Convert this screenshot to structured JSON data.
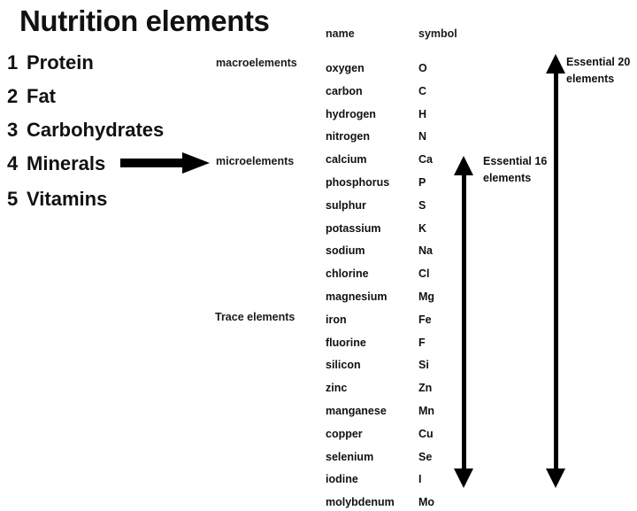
{
  "title": "Nutrition elements",
  "nutrients": [
    {
      "num": "1",
      "label": "Protein"
    },
    {
      "num": "2",
      "label": "Fat"
    },
    {
      "num": "3",
      "label": "Carbohydrates"
    },
    {
      "num": "4",
      "label": "Minerals"
    },
    {
      "num": "5",
      "label": "Vitamins"
    }
  ],
  "groups": {
    "macroelements": "macroelements",
    "microelements": "microelements",
    "trace_elements": "Trace elements"
  },
  "table": {
    "headers": {
      "name": "name",
      "symbol": "symbol"
    },
    "rows": [
      {
        "name": "oxygen",
        "symbol": "O"
      },
      {
        "name": "carbon",
        "symbol": "C"
      },
      {
        "name": "hydrogen",
        "symbol": "H"
      },
      {
        "name": "nitrogen",
        "symbol": "N"
      },
      {
        "name": "calcium",
        "symbol": "Ca"
      },
      {
        "name": "phosphorus",
        "symbol": "P"
      },
      {
        "name": "sulphur",
        "symbol": "S"
      },
      {
        "name": "potassium",
        "symbol": "K"
      },
      {
        "name": "sodium",
        "symbol": "Na"
      },
      {
        "name": "chlorine",
        "symbol": "Cl"
      },
      {
        "name": "magnesium",
        "symbol": "Mg"
      },
      {
        "name": "iron",
        "symbol": "Fe"
      },
      {
        "name": "fluorine",
        "symbol": "F"
      },
      {
        "name": "silicon",
        "symbol": "Si"
      },
      {
        "name": "zinc",
        "symbol": "Zn"
      },
      {
        "name": "manganese",
        "symbol": "Mn"
      },
      {
        "name": "copper",
        "symbol": "Cu"
      },
      {
        "name": "selenium",
        "symbol": "Se"
      },
      {
        "name": "iodine",
        "symbol": "I"
      },
      {
        "name": "molybdenum",
        "symbol": "Mo"
      }
    ]
  },
  "annotations": {
    "essential_16_line1": "Essential 16",
    "essential_16_line2": "elements",
    "essential_20_line1": "Essential 20",
    "essential_20_line2": "elements"
  },
  "colors": {
    "ink": "#111111",
    "background": "#ffffff"
  }
}
